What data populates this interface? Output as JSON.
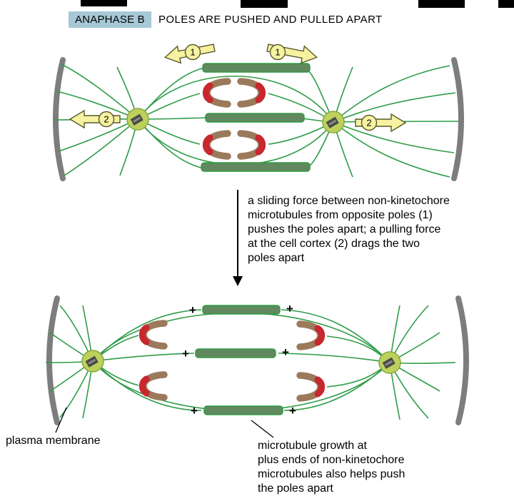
{
  "header": {
    "badge": "ANAPHASE B",
    "title": "POLES ARE PUSHED AND PULLED APART"
  },
  "labels": {
    "force1": "1",
    "force2": "2",
    "plus": "+"
  },
  "annotations": {
    "sliding": "a sliding force between non-kinetochore\nmicrotubules from opposite poles (1)\npushes the poles apart; a pulling force\nat the cell cortex (2) drags the two\npoles apart",
    "plasma_membrane": "plasma membrane",
    "growth": "microtubule growth at\nplus ends of non-kinetochore\nmicrotubules also helps push\nthe poles apart"
  },
  "colors": {
    "badge_bg": "#a6c8d7",
    "microtubule_green": "#2e9c47",
    "overlap_bar_fill": "#62885f",
    "pole_fill": "#bdd05c",
    "chromosome_brown": "#9b7a5c",
    "kinetochore_red": "#c8272e",
    "force_arrow_yellow": "#f7f2a2",
    "cell_cortex_gray": "#7d7d7d"
  }
}
